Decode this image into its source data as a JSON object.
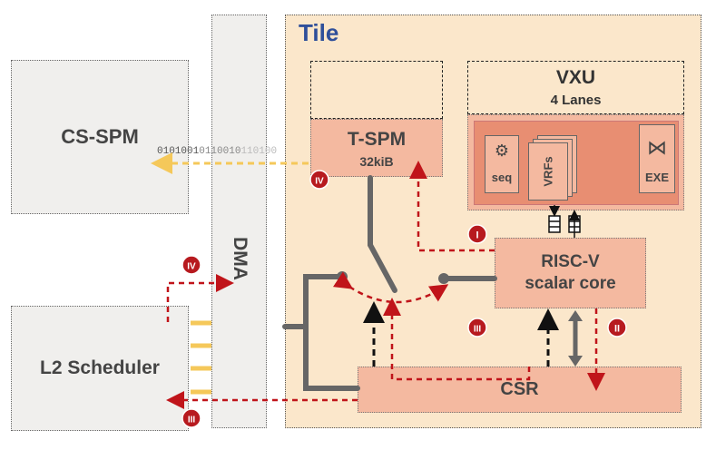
{
  "blocks": {
    "cs_spm": "CS-SPM",
    "l2_scheduler": "L2 Scheduler",
    "dma": "DMA",
    "tile": "Tile",
    "tspm_title": "T-SPM",
    "tspm_size": "32kiB",
    "vxu_title": "VXU",
    "vxu_lanes": "4 Lanes",
    "seq": "seq",
    "vrfs": "VRFs",
    "exe": "EXE",
    "riscv_line1": "RISC-V",
    "riscv_line2": "scalar core",
    "csr": "CSR"
  },
  "bitstream": {
    "dark": "0101001",
    "mid": "0110010",
    "light": "110100"
  },
  "markers": [
    "I",
    "II",
    "III",
    "IV",
    "IV",
    "III"
  ],
  "colors": {
    "tile_bg": "#fbe7cb",
    "block_salmon": "#f4b9a0",
    "grey_block": "#f0efed",
    "arrow_red": "#c0141a",
    "arrow_yellow": "#f5c85a",
    "wire_grey": "#666666",
    "title_blue": "#2f4f9a"
  }
}
